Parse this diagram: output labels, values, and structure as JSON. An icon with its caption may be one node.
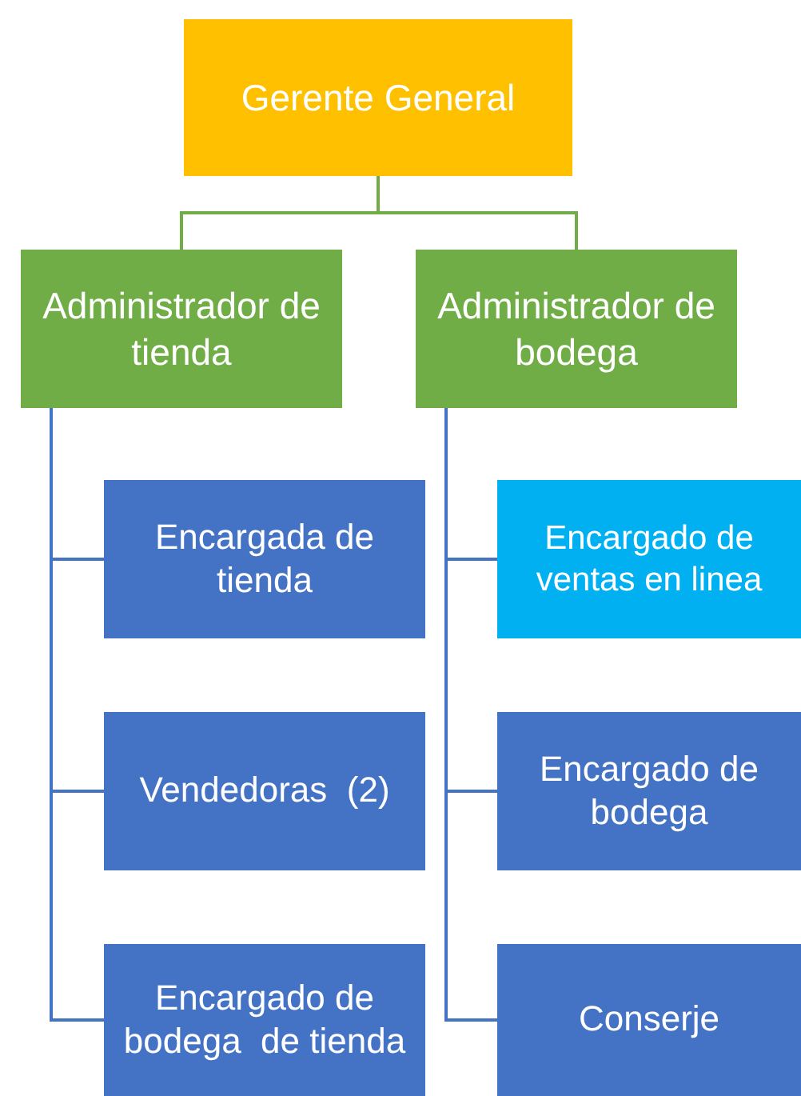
{
  "diagram": {
    "nodes": [
      {
        "text": [
          "Gerente General"
        ]
      },
      {
        "text": [
          "Administrador de tienda"
        ]
      },
      {
        "text": [
          "Administrador de bodega"
        ]
      },
      {
        "text": [
          "Encargada de tienda"
        ]
      },
      {
        "text": [
          "Vendedoras  (2)"
        ]
      },
      {
        "text": [
          "Encargado de bodega  de tienda"
        ]
      },
      {
        "text": [
          "Encargado de ventas en linea"
        ]
      },
      {
        "text": [
          "Encargado de bodega"
        ]
      },
      {
        "text": [
          "Conserje"
        ]
      }
    ],
    "edges": [
      {
        "from": 0,
        "to": 1,
        "arrow": "none",
        "color": "#70ad47"
      },
      {
        "from": 0,
        "to": 2,
        "arrow": "none",
        "color": "#70ad47"
      },
      {
        "from": 1,
        "to": 3,
        "arrow": "none"
      },
      {
        "from": 1,
        "to": 4,
        "arrow": "none"
      },
      {
        "from": 1,
        "to": 5,
        "arrow": "none"
      },
      {
        "from": 2,
        "to": 6,
        "arrow": "none"
      },
      {
        "from": 2,
        "to": 7,
        "arrow": "none"
      },
      {
        "from": 2,
        "to": 8,
        "arrow": "none"
      }
    ]
  }
}
